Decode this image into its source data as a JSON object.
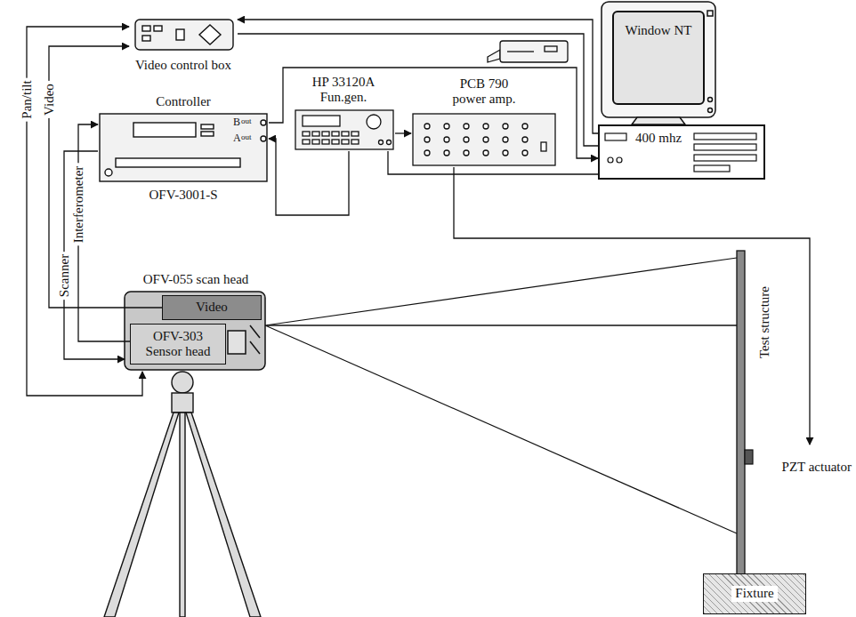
{
  "diagram": {
    "nodes": [
      {
        "text": [
          "Video control box"
        ]
      },
      {
        "text": [
          "Window NT"
        ]
      },
      {
        "text": [
          "400 mhz"
        ]
      },
      {
        "text": [
          "Controller",
          "OFV-3001-S"
        ]
      },
      {
        "text": [
          "HP 33120A Fun.gen."
        ]
      },
      {
        "text": [
          "PCB 790 power amp."
        ]
      },
      {
        "text": [
          "OFV-055 scan head"
        ]
      },
      {
        "text": [
          "Video"
        ],
        "in": 6
      },
      {
        "text": [
          "OFV-303 Sensor head"
        ],
        "in": 6
      },
      {
        "text": [
          "Test structure"
        ]
      },
      {
        "text": [
          "PZT actuator"
        ]
      },
      {
        "text": [
          "Fixture"
        ]
      }
    ],
    "edges": [
      {
        "from": 0,
        "to": 6,
        "label": "Pan/tilt",
        "arrow": "both"
      },
      {
        "from": 7,
        "to": 0,
        "label": "Video",
        "arrow": "to"
      },
      {
        "from": 3,
        "to": 6,
        "label": "Scanner",
        "arrow": "to"
      },
      {
        "from": 8,
        "to": 3,
        "label": "Interferometer",
        "arrow": "to"
      },
      {
        "from": 0,
        "to": 2,
        "arrow": "none"
      },
      {
        "from": 2,
        "to": 0,
        "arrow": "to"
      },
      {
        "from": 3,
        "to": 2,
        "arrow": "to"
      },
      {
        "from": 4,
        "to": 2,
        "arrow": "none"
      },
      {
        "from": 4,
        "to": 5,
        "arrow": "to"
      },
      {
        "from": 4,
        "to": 3,
        "arrow": "to"
      },
      {
        "from": 5,
        "to": 10,
        "arrow": "to"
      },
      {
        "from": 6,
        "to": 9,
        "arrow": "none"
      }
    ],
    "labels": [
      "B",
      "out",
      "A",
      "out"
    ]
  }
}
